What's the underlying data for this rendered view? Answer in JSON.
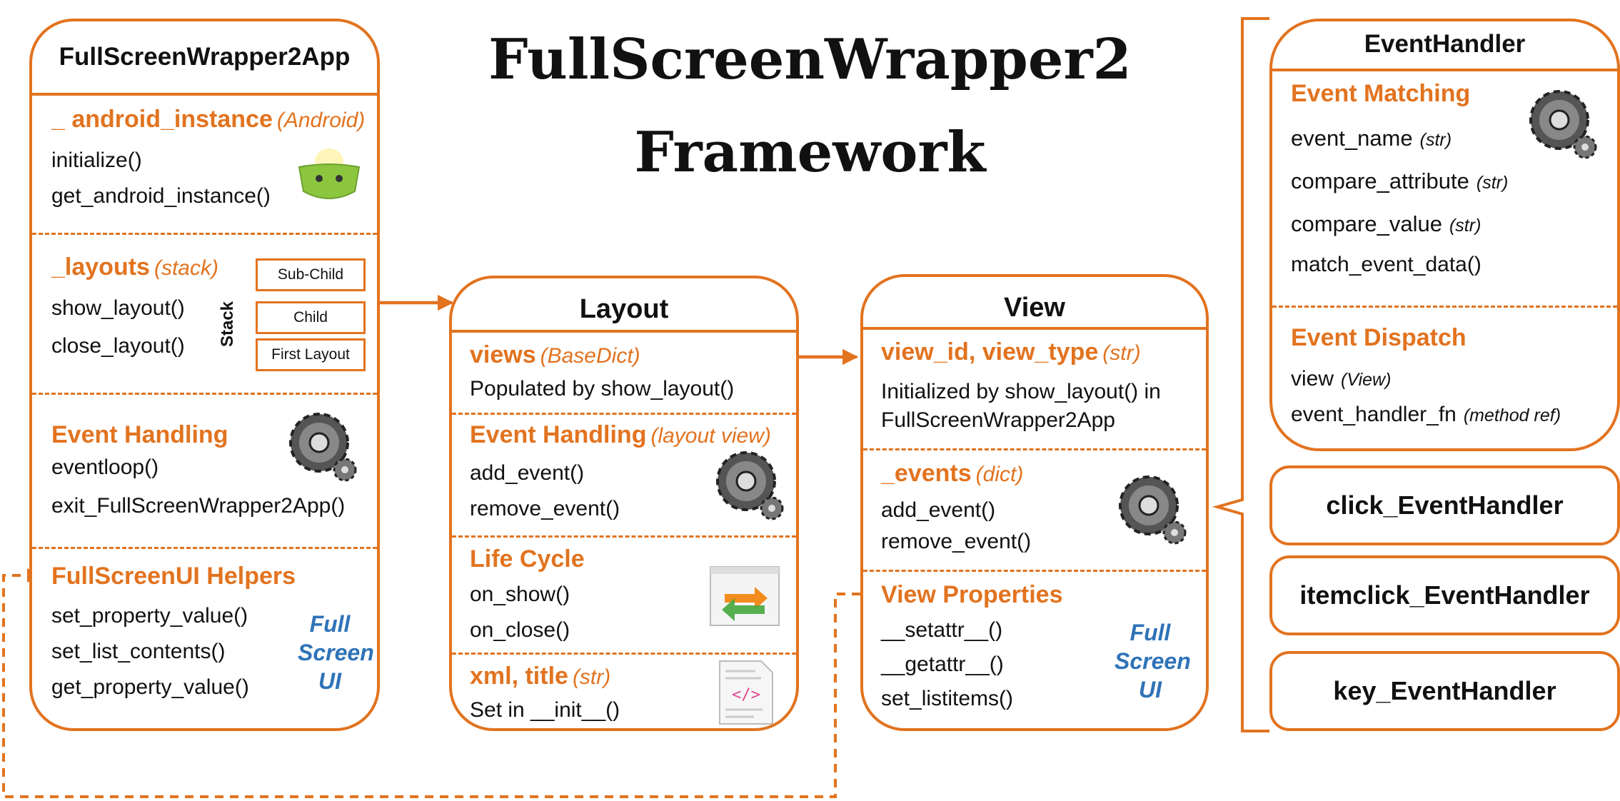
{
  "title": {
    "line1": "FullScreenWrapper2",
    "line2": "Framework"
  },
  "colors": {
    "accent": "#E2731F",
    "fsui_blue": "#2F73B8",
    "text": "#111111"
  },
  "app": {
    "title": "FullScreenWrapper2App",
    "android": {
      "heading": "_ android_instance",
      "note": "(Android)",
      "items": [
        "initialize()",
        "get_android_instance()"
      ],
      "icon": "android-bowl-icon"
    },
    "layouts": {
      "heading": "_layouts",
      "note": "(stack)",
      "items": [
        "show_layout()",
        "close_layout()"
      ],
      "stack_label": "Stack",
      "stack_cells": [
        "Sub-Child",
        "Child",
        "First Layout"
      ]
    },
    "events": {
      "heading": "Event Handling",
      "items": [
        "eventloop()",
        "exit_FullScreenWrapper2App()"
      ],
      "icon": "gear-icon"
    },
    "helpers": {
      "heading": "FullScreenUI Helpers",
      "items": [
        "set_property_value()",
        "set_list_contents()",
        "get_property_value()"
      ],
      "fsui": [
        "Full",
        "Screen",
        "UI"
      ]
    }
  },
  "layout": {
    "title": "Layout",
    "views": {
      "heading": "views",
      "note": "(BaseDict)",
      "items": [
        "Populated by show_layout()"
      ]
    },
    "events": {
      "heading": "Event Handling",
      "note": "(layout view)",
      "items": [
        "add_event()",
        "remove_event()"
      ],
      "icon": "gear-icon"
    },
    "lifecycle": {
      "heading": "Life Cycle",
      "items": [
        "on_show()",
        "on_close()"
      ],
      "icon": "refresh-arrows-icon"
    },
    "xml": {
      "heading": "xml, title",
      "note": "(str)",
      "items": [
        "Set in __init__()"
      ],
      "icon": "xml-document-icon"
    }
  },
  "view": {
    "title": "View",
    "ids": {
      "heading": "view_id, view_type",
      "note": "(str)",
      "items": [
        "Initialized by show_layout() in",
        "FullScreenWrapper2App"
      ]
    },
    "events": {
      "heading": "_events",
      "note": "(dict)",
      "items": [
        "add_event()",
        "remove_event()"
      ],
      "icon": "gear-icon"
    },
    "props": {
      "heading": "View Properties",
      "items": [
        "__setattr__()",
        "__getattr__()",
        "set_listitems()"
      ],
      "fsui": [
        "Full",
        "Screen",
        "UI"
      ]
    }
  },
  "eventhandler": {
    "title": "EventHandler",
    "matching": {
      "heading": "Event Matching",
      "items": [
        {
          "name": "event_name",
          "type": "(str)"
        },
        {
          "name": "compare_attribute",
          "type": "(str)"
        },
        {
          "name": "compare_value",
          "type": "(str)"
        },
        {
          "name": "match_event_data()",
          "type": ""
        }
      ],
      "icon": "gear-icon"
    },
    "dispatch": {
      "heading": "Event Dispatch",
      "items": [
        {
          "name": "view",
          "type": "(View)"
        },
        {
          "name": "event_handler_fn",
          "type": "(method ref)"
        }
      ]
    }
  },
  "subclasses": [
    "click_EventHandler",
    "itemclick_EventHandler",
    "key_EventHandler"
  ]
}
